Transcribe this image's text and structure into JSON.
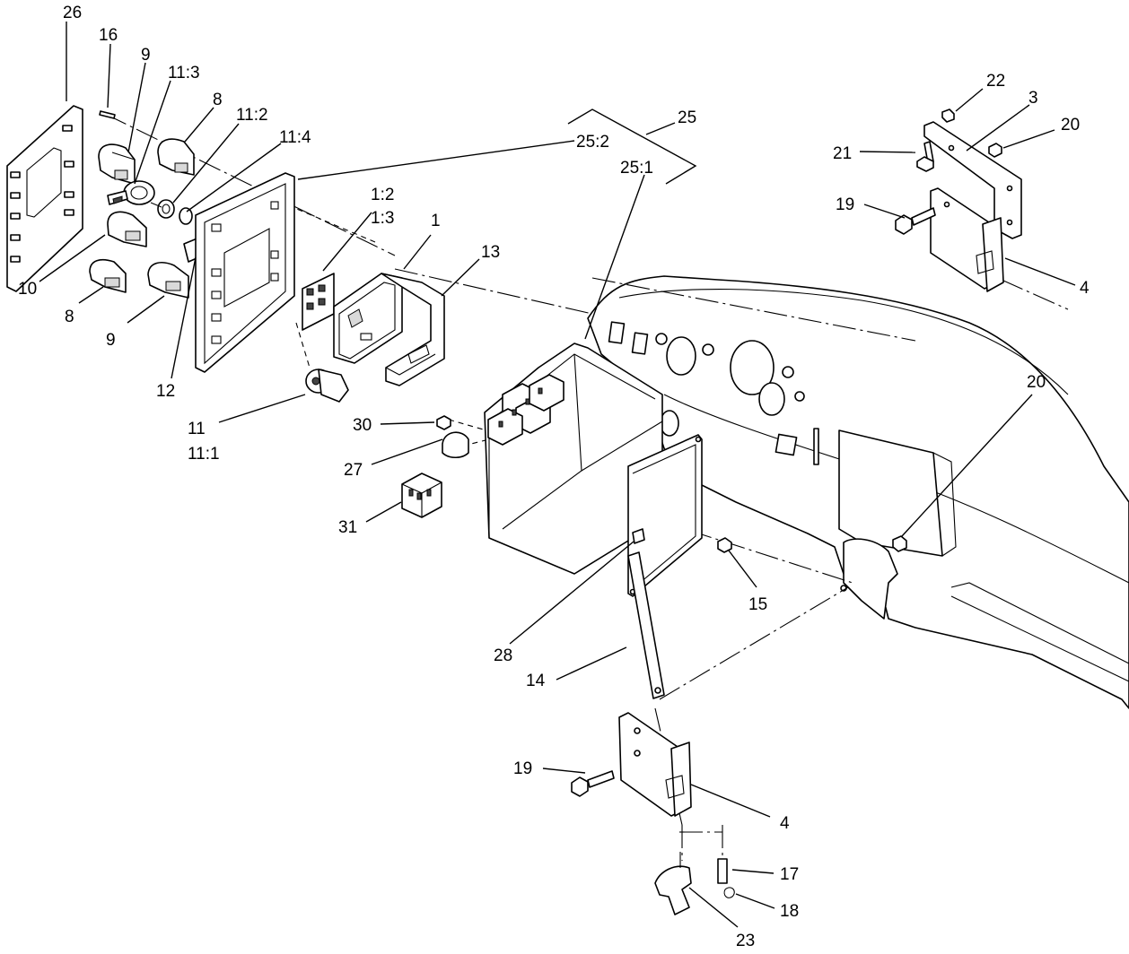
{
  "callouts": [
    {
      "id": "c26",
      "text": "26"
    },
    {
      "id": "c16",
      "text": "16"
    },
    {
      "id": "c9a",
      "text": "9"
    },
    {
      "id": "c11_3",
      "text": "11:3"
    },
    {
      "id": "c8a",
      "text": "8"
    },
    {
      "id": "c11_2",
      "text": "11:2"
    },
    {
      "id": "c11_4",
      "text": "11:4"
    },
    {
      "id": "c10",
      "text": "10"
    },
    {
      "id": "c8b",
      "text": "8"
    },
    {
      "id": "c9b",
      "text": "9"
    },
    {
      "id": "c12",
      "text": "12"
    },
    {
      "id": "c11",
      "text": "11"
    },
    {
      "id": "c11_1",
      "text": "11:1"
    },
    {
      "id": "c1_2",
      "text": "1:2"
    },
    {
      "id": "c1_3",
      "text": "1:3"
    },
    {
      "id": "c1",
      "text": "1"
    },
    {
      "id": "c13",
      "text": "13"
    },
    {
      "id": "c25",
      "text": "25"
    },
    {
      "id": "c25_2",
      "text": "25:2"
    },
    {
      "id": "c25_1",
      "text": "25:1"
    },
    {
      "id": "c30",
      "text": "30"
    },
    {
      "id": "c27",
      "text": "27"
    },
    {
      "id": "c31",
      "text": "31"
    },
    {
      "id": "c22",
      "text": "22"
    },
    {
      "id": "c3",
      "text": "3"
    },
    {
      "id": "c20a",
      "text": "20"
    },
    {
      "id": "c21",
      "text": "21"
    },
    {
      "id": "c19a",
      "text": "19"
    },
    {
      "id": "c4a",
      "text": "4"
    },
    {
      "id": "c20b",
      "text": "20"
    },
    {
      "id": "c15",
      "text": "15"
    },
    {
      "id": "c28",
      "text": "28"
    },
    {
      "id": "c14",
      "text": "14"
    },
    {
      "id": "c19b",
      "text": "19"
    },
    {
      "id": "c4b",
      "text": "4"
    },
    {
      "id": "c17",
      "text": "17"
    },
    {
      "id": "c18",
      "text": "18"
    },
    {
      "id": "c23",
      "text": "23"
    }
  ]
}
